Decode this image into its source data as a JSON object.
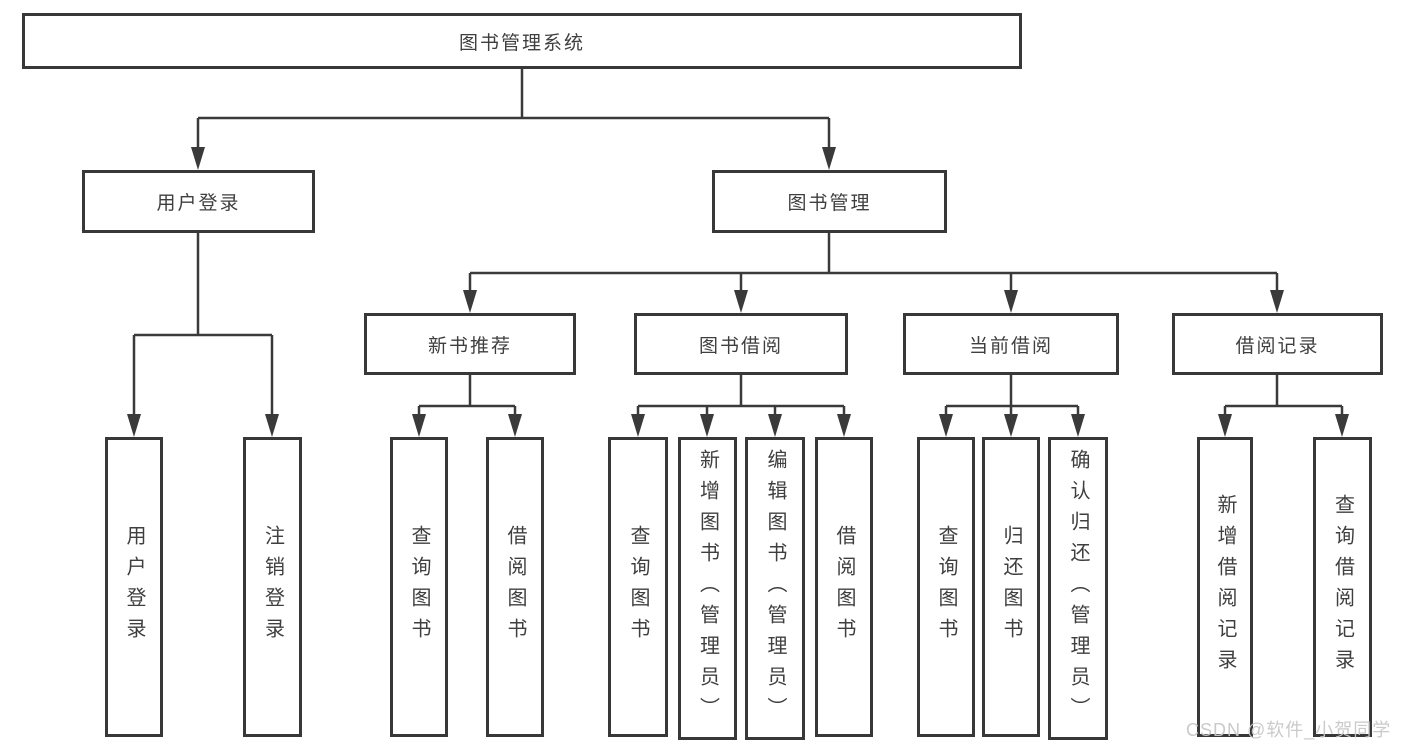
{
  "colors": {
    "line": "#3a3a3a",
    "box_border": "#383838",
    "text": "#3f3f3f",
    "watermark_text": "#c8c8c8",
    "background": "#ffffff"
  },
  "watermark": {
    "text": "CSDN @软件_小贺同学"
  },
  "tree": {
    "root": {
      "label": "图书管理系统"
    },
    "level2": [
      {
        "label": "用户登录"
      },
      {
        "label": "图书管理"
      }
    ],
    "level3": [
      {
        "label": "新书推荐"
      },
      {
        "label": "图书借阅"
      },
      {
        "label": "当前借阅"
      },
      {
        "label": "借阅记录"
      }
    ],
    "leaves": {
      "user_login": [
        {
          "label": "用户登录"
        },
        {
          "label": "注销登录"
        }
      ],
      "new_book_recommend": [
        {
          "label": "查询图书"
        },
        {
          "label": "借阅图书"
        }
      ],
      "book_borrow": [
        {
          "label": "查询图书"
        },
        {
          "label": "新增图书（管理员）"
        },
        {
          "label": "编辑图书（管理员）"
        },
        {
          "label": "借阅图书"
        }
      ],
      "current_borrow": [
        {
          "label": "查询图书"
        },
        {
          "label": "归还图书"
        },
        {
          "label": "确认归还（管理员）"
        }
      ],
      "borrow_records": [
        {
          "label": "新增借阅记录"
        },
        {
          "label": "查询借阅记录"
        }
      ]
    }
  }
}
